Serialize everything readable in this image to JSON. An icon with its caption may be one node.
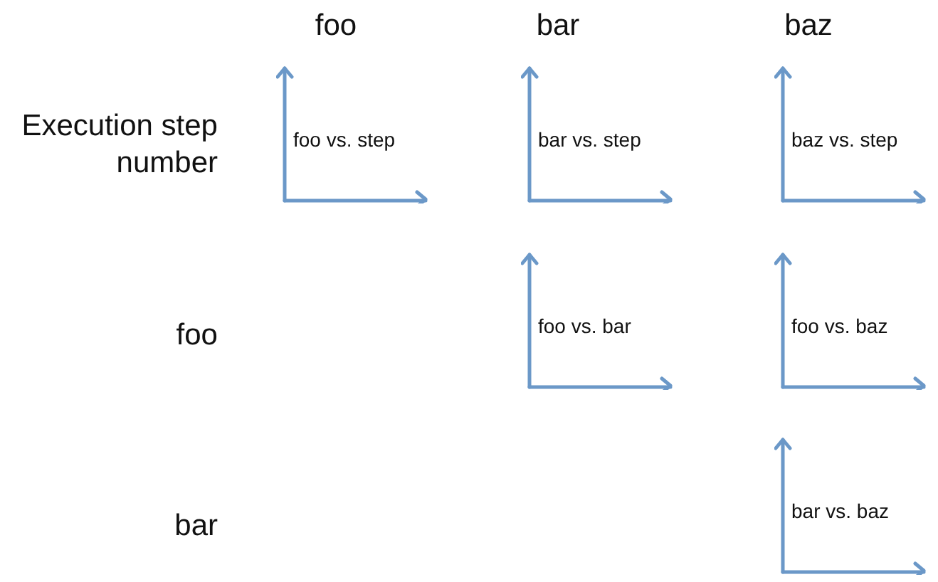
{
  "diagram": {
    "labels": [
      "foo",
      "bar",
      "baz",
      "Execution step number",
      "foo vs. step",
      "bar vs. step",
      "baz vs. step",
      "foo",
      "foo vs. bar",
      "foo vs. baz",
      "bar",
      "bar vs. baz"
    ]
  }
}
